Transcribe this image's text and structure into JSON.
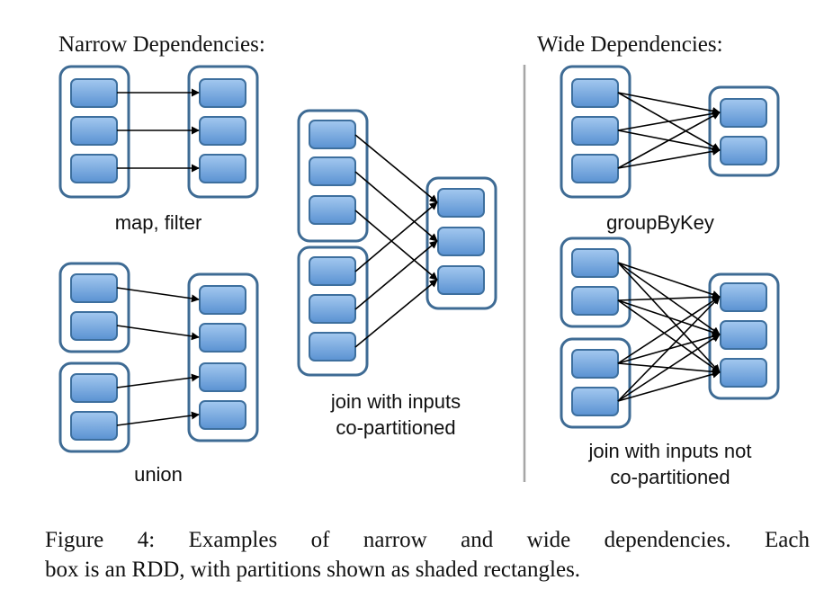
{
  "headings": {
    "narrow": "Narrow Dependencies:",
    "wide": "Wide Dependencies:"
  },
  "labels": {
    "map_filter": "map, filter",
    "union": "union",
    "join_copart_line1": "join with inputs",
    "join_copart_line2": "co-partitioned",
    "groupbykey": "groupByKey",
    "join_not_copart_line1": "join with inputs not",
    "join_not_copart_line2": "co-partitioned"
  },
  "caption": {
    "line1": "Figure 4: Examples of narrow and wide dependencies. Each",
    "line2": "box is an RDD, with partitions shown as shaded rectangles."
  },
  "colors": {
    "rdd_border": "#3e6b94",
    "partition_fill_top": "#9cc3ec",
    "partition_fill_bottom": "#5e95d3",
    "partition_border": "#3d6f9e",
    "edge": "#000000",
    "divider": "#a6a6a6"
  }
}
